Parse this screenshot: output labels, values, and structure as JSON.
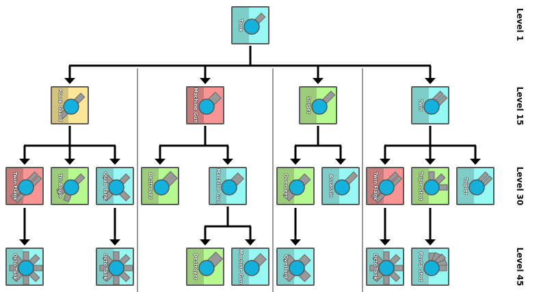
{
  "colors": {
    "cyan": [
      "#7ecdc9",
      "#97f7f2"
    ],
    "red": [
      "#c87b7b",
      "#f99494"
    ],
    "green": [
      "#9bcb7b",
      "#b6f991"
    ],
    "yellow": [
      "#d4c27f",
      "#fbe797"
    ],
    "body": "#14b1dc",
    "barrel": "#999999"
  },
  "levels": [
    "Level 1",
    "Level 15",
    "Level 30",
    "Level 45"
  ],
  "nodes": [
    {
      "label": "Tank",
      "color": "cyan",
      "type": "single"
    },
    {
      "label": "Flank Guard",
      "color": "yellow",
      "type": "flank"
    },
    {
      "label": "Machine Gun",
      "color": "red",
      "type": "mg"
    },
    {
      "label": "Sniper",
      "color": "green",
      "type": "sniper"
    },
    {
      "label": "Twin",
      "color": "cyan",
      "type": "twin"
    },
    {
      "label": "Twin Flank",
      "color": "red",
      "type": "twinflank"
    },
    {
      "label": "Tri-Angle",
      "color": "green",
      "type": "triangle"
    },
    {
      "label": "Quad Tank",
      "color": "cyan",
      "type": "quad"
    },
    {
      "label": "Destroyer",
      "color": "green",
      "type": "destroyer"
    },
    {
      "label": "Machine Gun",
      "color": "cyan",
      "type": "mg"
    },
    {
      "label": "Overseer",
      "color": "green",
      "type": "overseer"
    },
    {
      "label": "Assassin",
      "color": "cyan",
      "type": "sniper"
    },
    {
      "label": "Twin Flank",
      "color": "red",
      "type": "twinflank"
    },
    {
      "label": "Triple Shot",
      "color": "green",
      "type": "triple"
    },
    {
      "label": "Triplet",
      "color": "cyan",
      "type": "twin"
    },
    {
      "label": "Octo-Tank",
      "color": "cyan",
      "type": "octo"
    },
    {
      "label": "Octo-Tank",
      "color": "cyan",
      "type": "octo"
    },
    {
      "label": "Destroyer",
      "color": "green",
      "type": "destroyer"
    },
    {
      "label": "Machine Gun",
      "color": "cyan",
      "type": "mg"
    },
    {
      "label": "Overlord",
      "color": "cyan",
      "type": "overlord"
    },
    {
      "label": "Octo-Tank",
      "color": "cyan",
      "type": "octo"
    },
    {
      "label": "Penta Shot",
      "color": "cyan",
      "type": "penta"
    }
  ]
}
